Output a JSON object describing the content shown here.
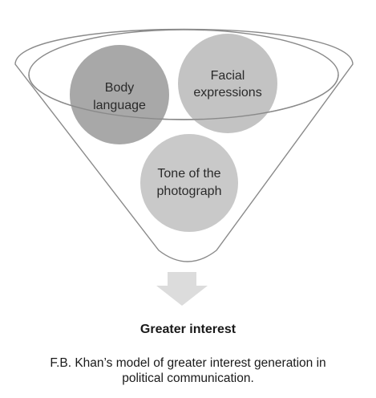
{
  "diagram": {
    "circles": [
      {
        "id": "body-language",
        "lines": [
          "Body",
          "language"
        ],
        "color": "#a8a8a8"
      },
      {
        "id": "facial-expressions",
        "lines": [
          "Facial",
          "expressions"
        ],
        "color": "#c3c3c3"
      },
      {
        "id": "tone-of-photograph",
        "lines": [
          "Tone of the",
          "photograph"
        ],
        "color": "#c9c9c9"
      }
    ],
    "funnel_fill": "#ffffff",
    "funnel_stroke": "#8a8a8a",
    "arrow_color": "#dcdcdc",
    "outcome": "Greater interest"
  },
  "caption": {
    "line1": "F.B. Khan’s model of greater interest generation in",
    "line2": "political communication."
  }
}
